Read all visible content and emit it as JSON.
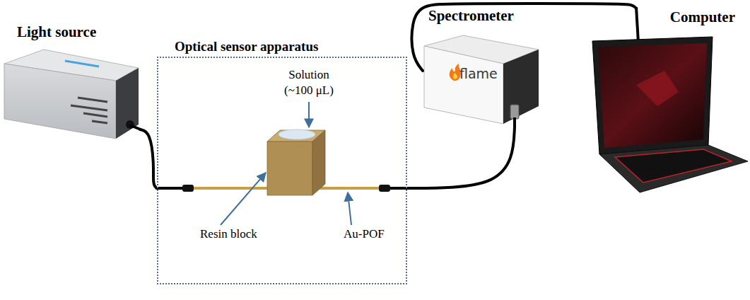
{
  "diagram": {
    "nodes": [
      {
        "text": [
          "Light source"
        ]
      },
      {
        "text": [
          "Optical sensor apparatus"
        ]
      },
      {
        "text": [
          "Spectrometer"
        ]
      },
      {
        "text": [
          "Computer"
        ]
      }
    ],
    "edges": [
      {
        "from": 0,
        "to": 1,
        "arrow": "none"
      },
      {
        "from": 1,
        "to": 2,
        "arrow": "none"
      },
      {
        "from": 2,
        "to": 3,
        "arrow": "none"
      }
    ],
    "labels": [
      "Solution (~100 μL)",
      "Resin block",
      "Au-POF",
      "flame"
    ]
  }
}
